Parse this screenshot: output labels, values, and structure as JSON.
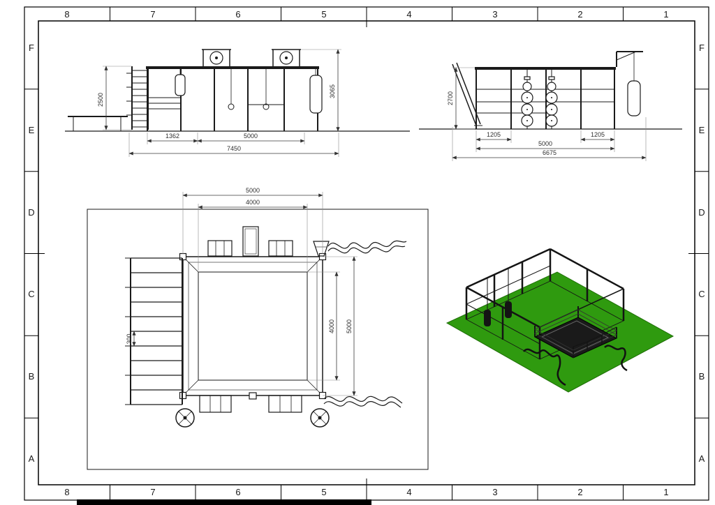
{
  "sheet": {
    "grid_columns": [
      "8",
      "7",
      "6",
      "5",
      "4",
      "3",
      "2",
      "1"
    ],
    "grid_rows": [
      "F",
      "E",
      "D",
      "C",
      "B",
      "A"
    ]
  },
  "views": {
    "front": {
      "dim_frame_height": "2500",
      "dim_total_height": "3065",
      "dim_left_section": "1362",
      "dim_main_span": "5000",
      "dim_overall_width": "7450"
    },
    "side": {
      "dim_frame_height": "2700",
      "dim_left_bay": "1205",
      "dim_right_bay": "1205",
      "dim_main_span": "5000",
      "dim_overall_width": "6675"
    },
    "plan": {
      "dim_outer_width": "5000",
      "dim_inner_width": "4000",
      "dim_inner_depth": "4000",
      "dim_outer_depth": "5000",
      "dim_rung_spacing": "300"
    },
    "iso": {
      "ground_color": "#2f9a0f",
      "mat_color": "#1a1a1a",
      "structure_color": "#141414"
    }
  }
}
